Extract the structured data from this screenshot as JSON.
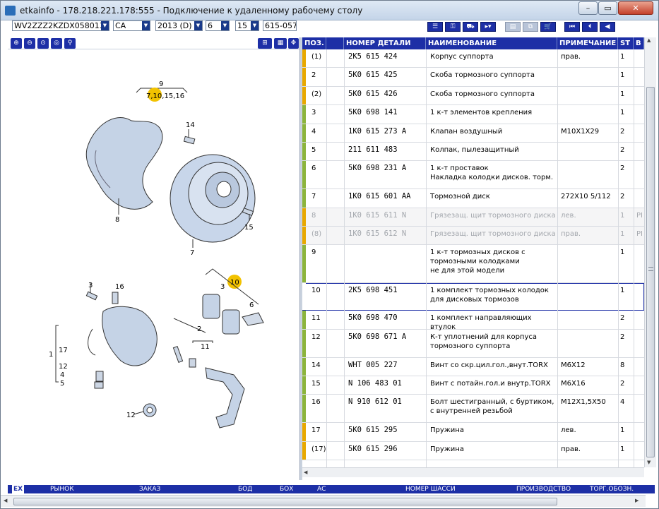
{
  "window": {
    "title": "etkainfo - 178.218.221.178:555 - Подключение к удаленному рабочему столу",
    "min_label": "–",
    "max_label": "▭",
    "close_label": "✕"
  },
  "toolbar": {
    "vin": "WV2ZZZ2KZDX058013",
    "market": "CA",
    "year": "2013 (D)",
    "group": "6",
    "subgroup": "15",
    "illustration": "615-057"
  },
  "table": {
    "headers": {
      "pos": "ПОЗ.",
      "part": "НОМЕР ДЕТАЛИ",
      "name": "НАИМЕНОВАНИЕ",
      "note": "ПРИМЕЧАНИЕ",
      "st": "ST",
      "b": "B"
    },
    "rows": [
      {
        "pos": "(1)",
        "part": "2K5  615  424",
        "name": "Корпус суппорта",
        "note": "прав.",
        "st": "1",
        "b": "",
        "color": "#e8a800"
      },
      {
        "pos": "2",
        "part": "5K0  615  425",
        "name": "Скоба тормозного суппорта",
        "note": "",
        "st": "1",
        "b": "",
        "color": "#e8a800"
      },
      {
        "pos": "(2)",
        "part": "5K0  615  426",
        "name": "Скоба тормозного суппорта",
        "note": "",
        "st": "1",
        "b": "",
        "color": "#e8a800"
      },
      {
        "pos": "3",
        "part": "5K0  698  141",
        "name": "1 к-т элементов крепления",
        "note": "",
        "st": "1",
        "b": "",
        "color": "#8cb43c"
      },
      {
        "pos": "4",
        "part": "1K0  615  273  A",
        "name": "Клапан воздушный",
        "note": "M10X1X29",
        "st": "2",
        "b": "",
        "color": "#8cb43c"
      },
      {
        "pos": "5",
        "part": "211  611  483",
        "name": "Колпак, пылезащитный",
        "note": "",
        "st": "2",
        "b": "",
        "color": "#8cb43c"
      },
      {
        "pos": "6",
        "part": "5K0  698  231  A",
        "name": "1 к-т проставок\nНакладка колодки дисков. торм.",
        "note": "",
        "st": "2",
        "b": "",
        "color": "#8cb43c"
      },
      {
        "pos": "7",
        "part": "1K0  615  601  AA",
        "name": "Тормозной диск",
        "note": "272X10   5/112",
        "st": "2",
        "b": "",
        "color": "#8cb43c"
      },
      {
        "pos": "8",
        "part": "1K0  615  611  N",
        "name": "Грязезащ. щит тормозного диска",
        "note": "лев.",
        "st": "1",
        "b": "PI",
        "color": "#e8a800",
        "dim": true
      },
      {
        "pos": "(8)",
        "part": "1K0  615  612  N",
        "name": "Грязезащ. щит тормозного диска",
        "note": "прав.",
        "st": "1",
        "b": "PI",
        "color": "#e8a800",
        "dim": true
      },
      {
        "pos": "9",
        "part": "",
        "name": "1 к-т тормозных дисков с\nтормозными колодками\nне для этой модели",
        "note": "",
        "st": "1",
        "b": "",
        "color": "#8cb43c"
      },
      {
        "pos": "10",
        "part": "2K5  698  451",
        "name": "1 комплект тормозных колодок\nдля дисковых тормозов",
        "note": "",
        "st": "1",
        "b": "",
        "color": "#ffffff",
        "selected": true
      },
      {
        "pos": "11",
        "part": "5K0  698  470",
        "name": "1 комплект направляющих втулок",
        "note": "",
        "st": "2",
        "b": "",
        "color": "#8cb43c"
      },
      {
        "pos": "12",
        "part": "5K0  698  671  A",
        "name": "К-т уплотнений для корпуса\nтормозного суппорта",
        "note": "",
        "st": "2",
        "b": "",
        "color": "#8cb43c"
      },
      {
        "pos": "14",
        "part": "WHT  005  227",
        "name": "Винт со скр.цил.гол.,внут.TORX",
        "note": "M6X12",
        "st": "8",
        "b": "",
        "color": "#8cb43c"
      },
      {
        "pos": "15",
        "part": "N     106  483  01",
        "name": "Винт с потайн.гол.и внутр.TORX",
        "note": "M6X16",
        "st": "2",
        "b": "",
        "color": "#8cb43c"
      },
      {
        "pos": "16",
        "part": "N     910  612  01",
        "name": "Болт шестигранный, с буртиком,\nс внутренней резьбой",
        "note": "M12X1,5X50",
        "st": "4",
        "b": "",
        "color": "#8cb43c"
      },
      {
        "pos": "17",
        "part": "5K0  615  295",
        "name": "Пружина",
        "note": "лев.",
        "st": "1",
        "b": "",
        "color": "#e8a800"
      },
      {
        "pos": "(17)",
        "part": "5K0  615  296",
        "name": "Пружина",
        "note": "прав.",
        "st": "1",
        "b": "",
        "color": "#e8a800"
      }
    ]
  },
  "diagram": {
    "callouts": {
      "c9": "9",
      "c9sub": "7,10,15,16",
      "c14": "14",
      "c8": "8",
      "c15": "15",
      "c7": "7",
      "c10": "10",
      "c3a": "3",
      "c16": "16",
      "c3b": "3",
      "c6": "6",
      "c2": "2",
      "c11": "11",
      "c1": "1",
      "c17": "17",
      "c12a": "12",
      "c4": "4",
      "c5": "5",
      "c12b": "12"
    }
  },
  "status": {
    "lang": "EX",
    "market": "РЫНОК",
    "order": "ЗАКАЗ",
    "bod": "БОД",
    "box": "БОХ",
    "ac": "АС",
    "chassis": "НОМЕР ШАССИ",
    "production": "ПРОИЗВОДСТВО",
    "trade": "ТОРГ.ОБОЗН."
  }
}
